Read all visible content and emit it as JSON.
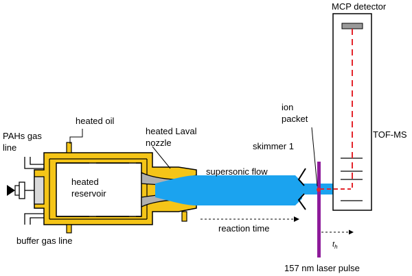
{
  "labels": {
    "mcp_detector": "MCP detector",
    "heated_oil": "heated oil",
    "pahs_gas_line_1": "PAHs gas",
    "pahs_gas_line_2": "line",
    "heated_laval_nozzle_1": "heated Laval",
    "heated_laval_nozzle_2": "nozzle",
    "heated_reservoir_1": "heated",
    "heated_reservoir_2": "reservoir",
    "buffer_gas_line": "buffer gas line",
    "supersonic_flow": "supersonic flow",
    "skimmer": "skimmer 1",
    "ion_packet_1": "ion",
    "ion_packet_2": "packet",
    "tof_ms": "TOF-MS",
    "reaction_time": "reaction time",
    "time_symbol": "t",
    "time_subscript": "h",
    "laser_pulse": "157 nm laser pulse"
  },
  "colors": {
    "oil_jacket": "#f5c518",
    "nozzle_gray": "#b0b0b0",
    "supersonic_flow": "#1ba3ef",
    "laser_pulse": "#8e1b9a",
    "ion_path": "#e3242b",
    "outline": "#000000"
  }
}
